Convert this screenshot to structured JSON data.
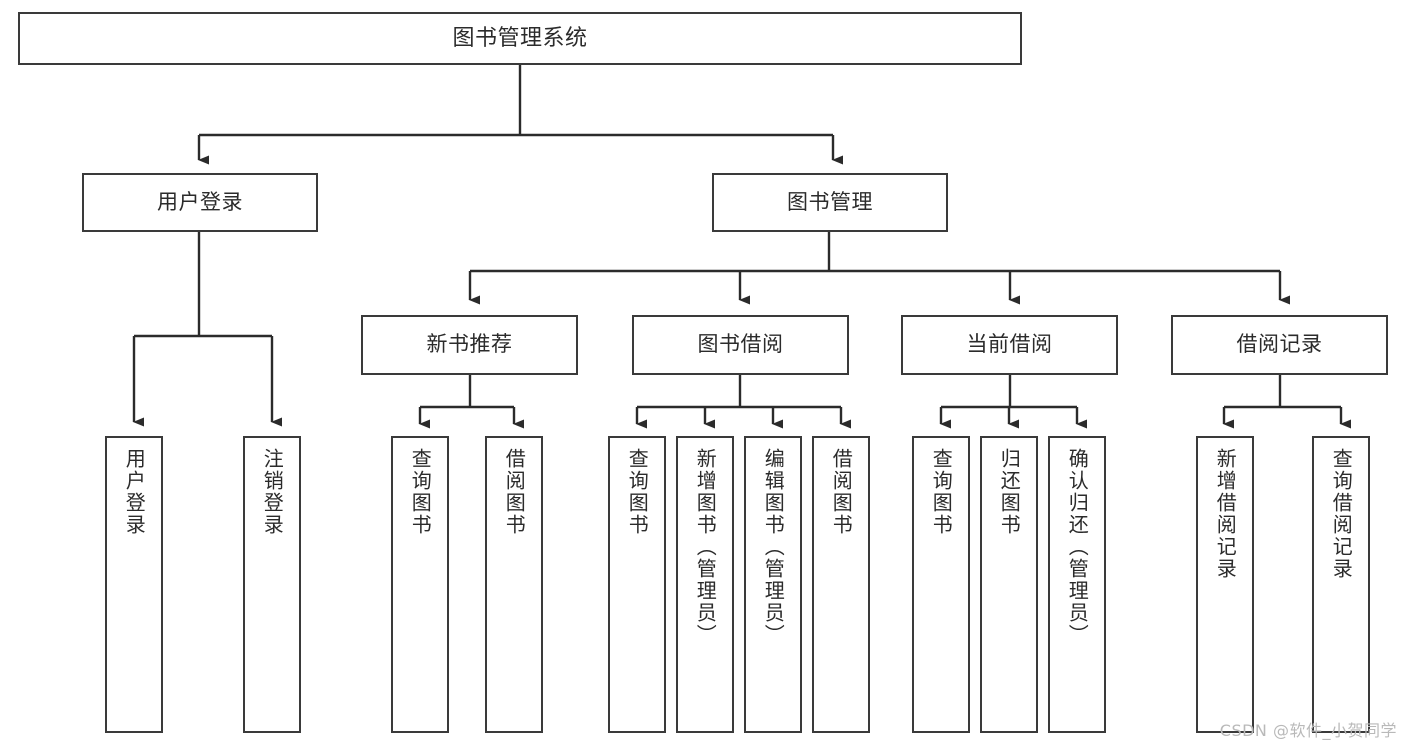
{
  "diagram": {
    "title": "图书管理系统",
    "type": "tree-hierarchy-diagram",
    "watermark": "CSDN @软件_小贺同学",
    "colors": {
      "background": "#ffffff",
      "box_border": "#3a3a3a",
      "box_fill": "#ffffff",
      "text": "#2b2b2b",
      "edge": "#2b2b2b",
      "watermark": "#b9b9b9"
    },
    "nodes": {
      "root": {
        "label": "图书管理系统"
      },
      "level1": [
        {
          "label": "用户登录"
        },
        {
          "label": "图书管理"
        }
      ],
      "level2": [
        {
          "label": "新书推荐"
        },
        {
          "label": "图书借阅"
        },
        {
          "label": "当前借阅"
        },
        {
          "label": "借阅记录"
        }
      ],
      "leaves_user_login": [
        {
          "label": "用户登录"
        },
        {
          "label": "注销登录"
        }
      ],
      "leaves_new_books": [
        {
          "label": "查询图书"
        },
        {
          "label": "借阅图书"
        }
      ],
      "leaves_borrow": [
        {
          "label": "查询图书"
        },
        {
          "label": "新增图书（管理员）"
        },
        {
          "label": "编辑图书（管理员）"
        },
        {
          "label": "借阅图书"
        }
      ],
      "leaves_current": [
        {
          "label": "查询图书"
        },
        {
          "label": "归还图书"
        },
        {
          "label": "确认归还（管理员）"
        }
      ],
      "leaves_records": [
        {
          "label": "新增借阅记录"
        },
        {
          "label": "查询借阅记录"
        }
      ]
    }
  }
}
